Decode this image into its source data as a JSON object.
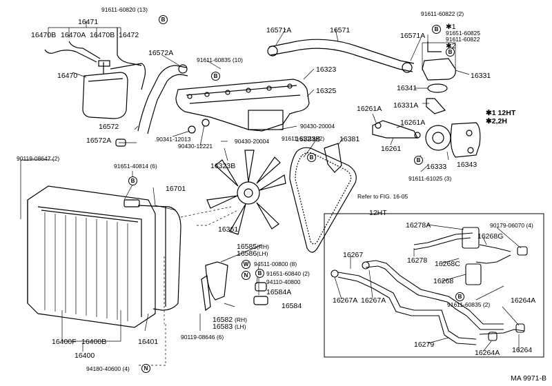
{
  "labels": {
    "p91611_60820": "91611-60820 (13)",
    "p16471": "16471",
    "p16470B_a": "16470B",
    "p16470A": "16470A",
    "p16470B_b": "16470B",
    "p16472": "16472",
    "p16470": "16470",
    "p16572A_top": "16572A",
    "p16572": "16572",
    "p16572A_bot": "16572A",
    "p91611_60835": "91611-60835 (10)",
    "p16323": "16323",
    "p16325": "16325",
    "p90341_12013": ".90341-12013",
    "p90430_12221": "90430-12221",
    "p90430_20004_a": "90430-20004",
    "p90430_20004_b": "90430-20004",
    "p16323B": "16323B",
    "p16323B_b": "16323B",
    "p16571A_a": "16571A",
    "p16571": "16571",
    "p16571A_b": "16571A",
    "p91611_60822": "91611-60822 (2)",
    "p_star1": "✱1",
    "p91651_60825": "91651-60825",
    "p91611_60822b": "91611-60822",
    "p_star2": "✱2",
    "p16331": "16331",
    "p16341": "16341",
    "p16331A": "16331A",
    "p16261A_a": "16261A",
    "p16261A_b": "16261A",
    "p16261": "16261",
    "p16333": "16333",
    "p16343": "16343",
    "p91611_61025": "91611-61025 (3)",
    "p91611_61018": "91611-61018 (2)",
    "p16381": "16381",
    "p_note1": "✱1  12HT",
    "p_note2": "✱2,2H",
    "p90119_08647": "90119-08647 (2)",
    "p91651_40814": "91651-40814 (6)",
    "p16701": "16701",
    "p16361": "16361",
    "p_refer": "Refer to FIG. 16-05",
    "p16585": "16585",
    "p16585rh": "(RH)",
    "p16586": "16586",
    "p16586lh": "(LH)",
    "p94511_00800": "94511-00800 (8)",
    "p91651_60840": "91651-60840 (2)",
    "p94110_40800": "94110-40800",
    "p16584A": "16584A",
    "p16584": "16584",
    "p16582": "16582",
    "p16582rh": "(RH)",
    "p16583": "16583",
    "p16583lh": "(LH)",
    "p90119_08646": "90119-08646 (6)",
    "p16400F": "16400F",
    "p16400B": "16400B",
    "p16401": "16401",
    "p16400": "16400",
    "p94180_40600": "94180-40600 (4)",
    "p12HT": "12HT",
    "p16278A": "16278A",
    "p90179_06070": "90179-06070 (4)",
    "p16268G": "16268G",
    "p16267": "16267",
    "p16278": "16278",
    "p16268C": "16268C",
    "p16268": "16268",
    "p16267A_a": "16267A",
    "p16267A_b": "16267A",
    "p91611_60835b": "91611-60835 (2)",
    "p16264A_a": "16264A",
    "p16279": "16279",
    "p16264A_b": "16264A",
    "p16264": "16264",
    "p_code": "MA  9971-B"
  },
  "callouts": {
    "B": "B",
    "W": "W",
    "N": "N"
  }
}
